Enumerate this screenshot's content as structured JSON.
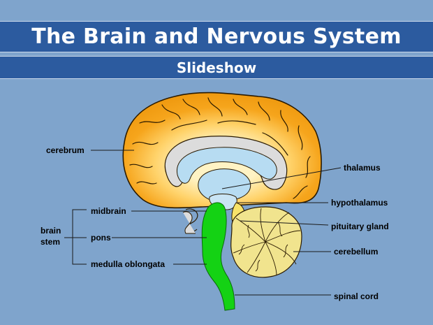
{
  "header": {
    "title": "The Brain and Nervous System",
    "subtitle": "Slideshow"
  },
  "labels": {
    "cerebrum": "cerebrum",
    "thalamus": "thalamus",
    "hypothalamus": "hypothalamus",
    "pituitary_gland": "pituitary gland",
    "cerebellum": "cerebellum",
    "spinal_cord": "spinal cord",
    "midbrain": "midbrain",
    "pons": "pons",
    "medulla_oblongata": "medulla oblongata",
    "brain_stem_line1": "brain",
    "brain_stem_line2": "stem"
  },
  "colors": {
    "background": "#7fa4cc",
    "banner": "#2c5b9f",
    "cerebrum": "#f5a418",
    "cerebrum_light": "#ffe9a8",
    "ventricle": "#b9ddf2",
    "inner_tissue": "#dedede",
    "brain_stem": "#10d010",
    "cerebellum": "#f0e38c"
  }
}
